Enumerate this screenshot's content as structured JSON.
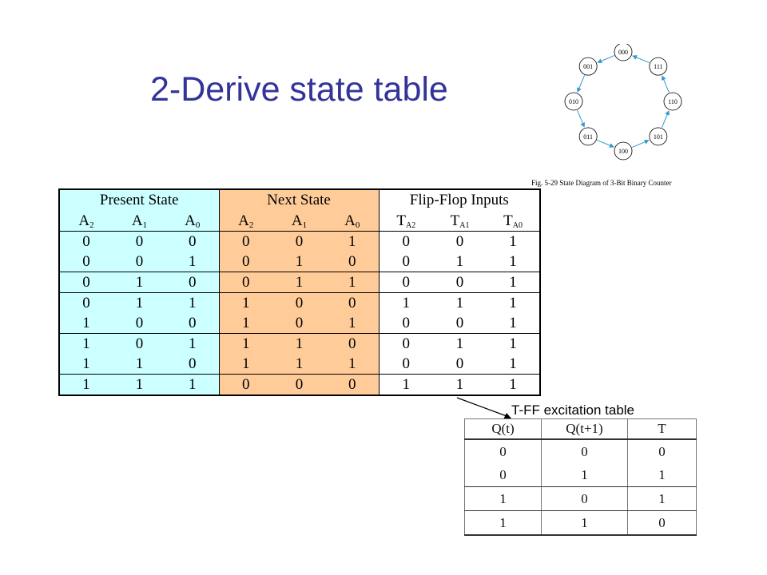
{
  "slide": {
    "title": "2-Derive state table"
  },
  "diagram": {
    "nodes": [
      "000",
      "111",
      "110",
      "101",
      "100",
      "011",
      "010",
      "001"
    ],
    "caption": "Fig. 5-29  State Diagram of 3-Bit Binary Counter"
  },
  "state_table": {
    "groups": [
      "Present State",
      "Next State",
      "Flip-Flop Inputs"
    ],
    "columns": [
      {
        "base": "A",
        "sub": "2"
      },
      {
        "base": "A",
        "sub": "1"
      },
      {
        "base": "A",
        "sub": "0"
      },
      {
        "base": "A",
        "sub": "2"
      },
      {
        "base": "A",
        "sub": "1"
      },
      {
        "base": "A",
        "sub": "0"
      },
      {
        "base": "T",
        "sub": "A2"
      },
      {
        "base": "T",
        "sub": "A1"
      },
      {
        "base": "T",
        "sub": "A0"
      }
    ],
    "rows": [
      [
        "0",
        "0",
        "0",
        "0",
        "0",
        "1",
        "0",
        "0",
        "1"
      ],
      [
        "0",
        "0",
        "1",
        "0",
        "1",
        "0",
        "0",
        "1",
        "1"
      ],
      [
        "0",
        "1",
        "0",
        "0",
        "1",
        "1",
        "0",
        "0",
        "1"
      ],
      [
        "0",
        "1",
        "1",
        "1",
        "0",
        "0",
        "1",
        "1",
        "1"
      ],
      [
        "1",
        "0",
        "0",
        "1",
        "0",
        "1",
        "0",
        "0",
        "1"
      ],
      [
        "1",
        "0",
        "1",
        "1",
        "1",
        "0",
        "0",
        "1",
        "1"
      ],
      [
        "1",
        "1",
        "0",
        "1",
        "1",
        "1",
        "0",
        "0",
        "1"
      ],
      [
        "1",
        "1",
        "1",
        "0",
        "0",
        "0",
        "1",
        "1",
        "1"
      ]
    ]
  },
  "excitation_table": {
    "title": "T-FF excitation table",
    "headers": [
      "Q(t)",
      "Q(t+1)",
      "T"
    ],
    "rows": [
      [
        "0",
        "0",
        "0"
      ],
      [
        "0",
        "1",
        "1"
      ],
      [
        "1",
        "0",
        "1"
      ],
      [
        "1",
        "1",
        "0"
      ]
    ]
  }
}
